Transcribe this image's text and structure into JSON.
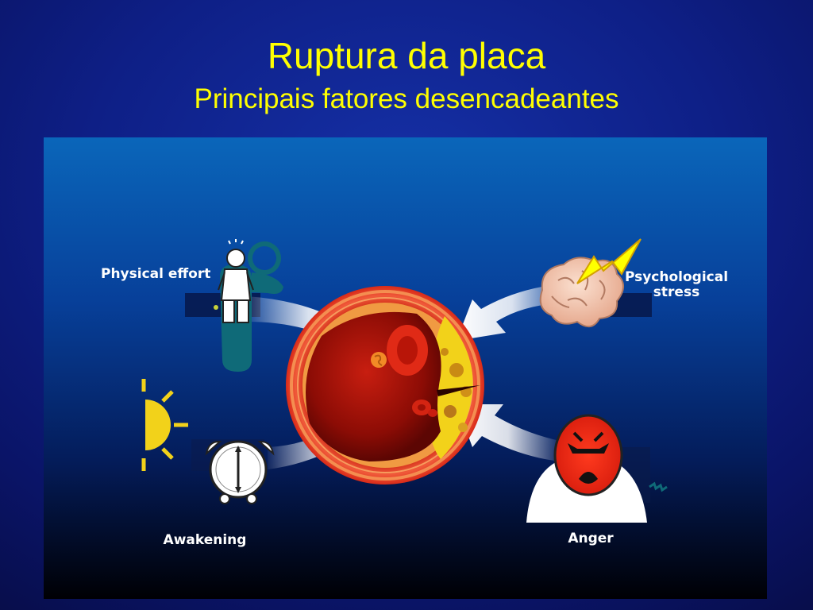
{
  "slide": {
    "title": "Ruptura da placa",
    "subtitle": "Principais fatores desencadeantes"
  },
  "diagram": {
    "center": "artery-cross-section-with-ruptured-plaque",
    "triggers": [
      {
        "label": "Physical effort",
        "icon": "runner-icon"
      },
      {
        "label": "Psychological",
        "label_line2": "stress",
        "icon": "brain-lightning-icon"
      },
      {
        "label": "Awakening",
        "icon": "sun-alarm-clock-icon"
      },
      {
        "label": "Anger",
        "icon": "angry-face-icon"
      }
    ]
  },
  "colors": {
    "title": "#ffff00",
    "background": "#0e1f86",
    "panel_top": "#0a64b8",
    "panel_bottom": "#000000",
    "artery_wall": "#e53a2a",
    "blood": "#b01208",
    "plaque": "#f2d21a"
  }
}
